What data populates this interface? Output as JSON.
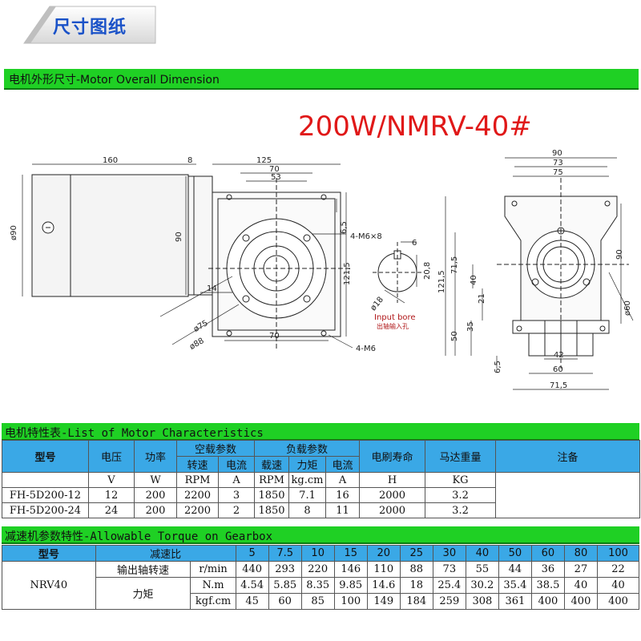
{
  "header": {
    "title": "尺寸图纸",
    "section": "电机外形尺寸-Motor Overall Dimension",
    "model": "200W/NMRV-40#"
  },
  "drawing": {
    "side_top": [
      "160",
      "8",
      "125",
      "70",
      "53"
    ],
    "side_left": [
      "ø90",
      "90"
    ],
    "side_right": [
      "6,5",
      "4-M6×8",
      "121,5"
    ],
    "side_bottom": [
      "14",
      "ø75",
      "ø88",
      "70",
      "4-M6"
    ],
    "bore_dims": [
      "6",
      "20,8",
      "ø18"
    ],
    "bore_label_en": "Input bore",
    "bore_label_cn": "出轴输入孔",
    "front_top": [
      "90",
      "73",
      "75"
    ],
    "front_left": [
      "121,5",
      "71,5",
      "40",
      "21",
      "50",
      "35",
      "6,5"
    ],
    "front_right": [
      "90",
      "ø60"
    ],
    "front_bottom": [
      "42",
      "60",
      "71,5"
    ]
  },
  "motor_table": {
    "title": "电机特性表-List of Motor Characteristics",
    "headers": {
      "model": "型号",
      "voltage": "电压",
      "power": "功率",
      "noload": "空载参数",
      "load": "负载参数",
      "brush_life": "电刷寿命",
      "weight": "马达重量",
      "note": "注备",
      "speed": "转速",
      "current": "电流",
      "load_speed": "载速",
      "torque": "力矩",
      "load_current": "电流"
    },
    "units": [
      "V",
      "W",
      "RPM",
      "A",
      "RPM",
      "kg.cm",
      "A",
      "H",
      "KG"
    ],
    "rows": [
      [
        "FH-5D200-12",
        "12",
        "200",
        "2200",
        "3",
        "1850",
        "7.1",
        "16",
        "2000",
        "3.2"
      ],
      [
        "FH-5D200-24",
        "24",
        "200",
        "2200",
        "2",
        "1850",
        "8",
        "11",
        "2000",
        "3.2"
      ]
    ]
  },
  "gear_table": {
    "title": "减速机参数特性-Allowable Torque on Gearbox",
    "model_header": "型号",
    "ratio_header": "减速比",
    "ratios": [
      "5",
      "7.5",
      "10",
      "15",
      "20",
      "25",
      "30",
      "40",
      "50",
      "60",
      "80",
      "100"
    ],
    "model": "NRV40",
    "speed_label": "输出轴转速",
    "speed_unit": "r/min",
    "speeds": [
      "440",
      "293",
      "220",
      "146",
      "110",
      "88",
      "73",
      "55",
      "44",
      "36",
      "27",
      "22"
    ],
    "torque_label": "力矩",
    "torque_nm_unit": "N.m",
    "torque_nm": [
      "4.54",
      "5.85",
      "8.35",
      "9.85",
      "14.6",
      "18",
      "25.4",
      "30.2",
      "35.4",
      "38.5",
      "40",
      "40"
    ],
    "torque_kgf_unit": "kgf.cm",
    "torque_kgf": [
      "45",
      "60",
      "85",
      "100",
      "149",
      "184",
      "259",
      "308",
      "361",
      "400",
      "400",
      "400"
    ]
  },
  "colors": {
    "title_blue": "#1a52c8",
    "green_bar": "#1fd024",
    "header_blue": "#3aa8e6",
    "model_red": "#e01818",
    "dim_red": "#b0181a"
  }
}
